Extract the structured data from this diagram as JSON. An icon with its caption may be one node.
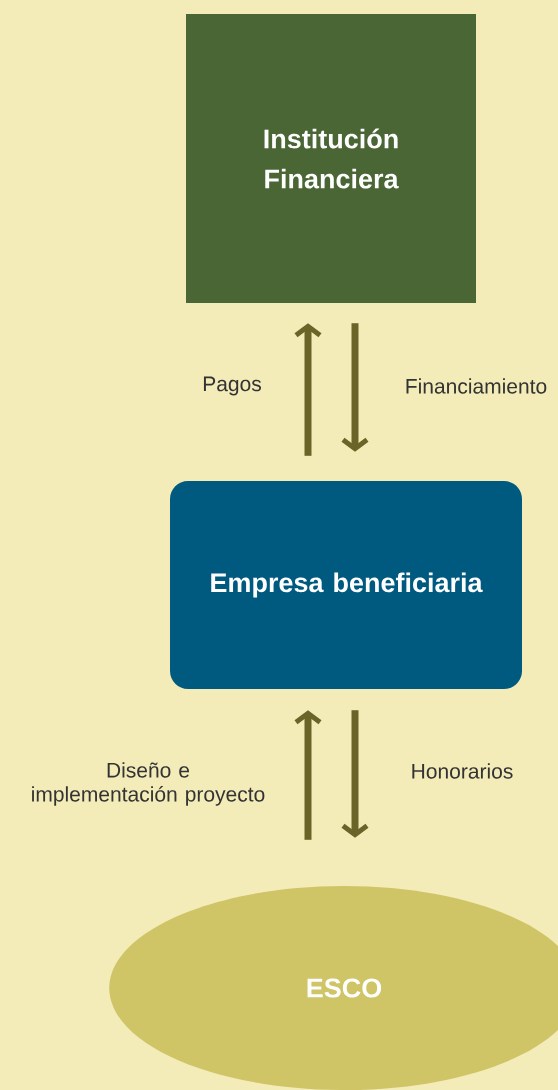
{
  "diagram": {
    "nodes": [
      {
        "text": [
          "Institución Financiera"
        ]
      },
      {
        "text": [
          "Empresa beneficiaria"
        ]
      },
      {
        "text": [
          "ESCO"
        ]
      }
    ],
    "edges": [
      {
        "from": 1,
        "to": 0,
        "arrow": "to",
        "label": "Pagos"
      },
      {
        "from": 0,
        "to": 1,
        "arrow": "to",
        "label": "Financiamiento"
      },
      {
        "from": 2,
        "to": 1,
        "arrow": "to",
        "label": "Diseño e implementación proyecto"
      },
      {
        "from": 1,
        "to": 2,
        "arrow": "to",
        "label": "Honorarios"
      }
    ]
  }
}
